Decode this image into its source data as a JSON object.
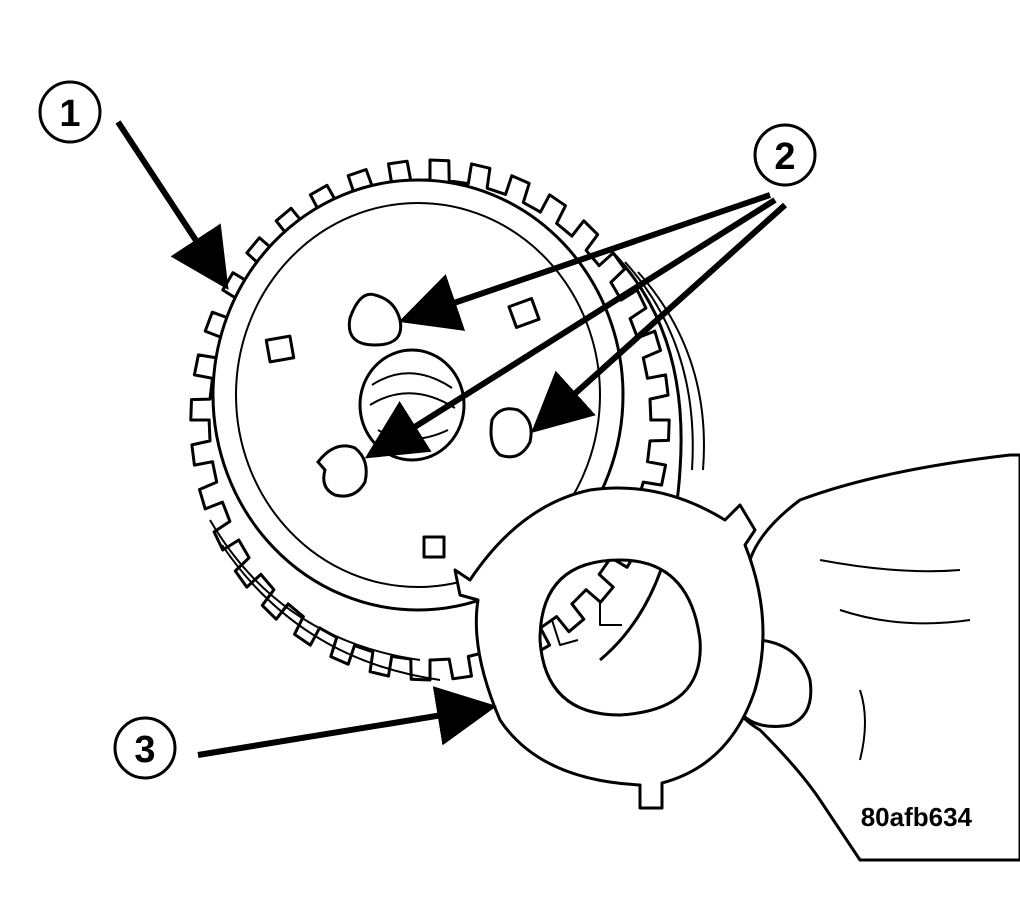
{
  "figure": {
    "code": "80afb634",
    "background": "#ffffff",
    "ink": "#000000"
  },
  "callouts": [
    {
      "id": "1",
      "label": "1"
    },
    {
      "id": "2",
      "label": "2"
    },
    {
      "id": "3",
      "label": "3"
    }
  ],
  "parts": {
    "clutch_hub": "clutch-hub-illustration",
    "petroleum_jelly": "jelly-dab-illustration",
    "thrust_washer": "thrust-washer-illustration",
    "hand": "hand-illustration"
  }
}
